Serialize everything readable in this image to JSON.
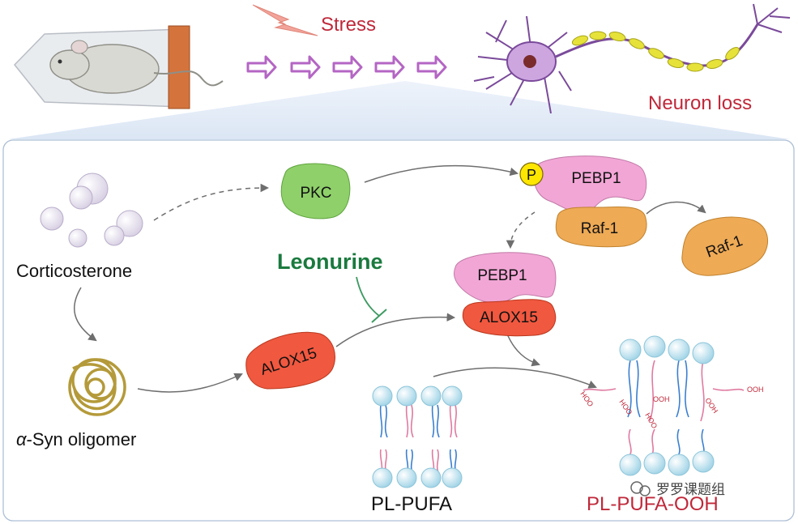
{
  "header": {
    "stress_label": "Stress",
    "neuron_loss_label": "Neuron loss"
  },
  "pathway": {
    "corticosterone": "Corticosterone",
    "asyn_prefix": "α",
    "asyn_rest": "-Syn oligomer",
    "pkc": "PKC",
    "phospho": "P",
    "pebp1_top": "PEBP1",
    "raf1_bound": "Raf-1",
    "raf1_free": "Raf-1",
    "leonurine": "Leonurine",
    "alox15_free": "ALOX15",
    "pebp1_complex": "PEBP1",
    "alox15_complex": "ALOX15",
    "pl_pufa": "PL-PUFA",
    "pl_pufa_ooh": "PL-PUFA-OOH",
    "ooh_labels": [
      "HOO",
      "HOO",
      "OOH",
      "HOO",
      "OOH",
      "OOH"
    ]
  },
  "watermark": {
    "text": "罗罗课题组"
  },
  "colors": {
    "stress_red": "#c0283a",
    "leonurine_green": "#1a7a3e",
    "arrow_purple": "#b466c4",
    "pkc_green": "#8fd06a",
    "pebp1_pink": "#f2a6d6",
    "raf1_orange": "#eeaa55",
    "alox15_red": "#f0583f",
    "phospho_yellow": "#ffe600",
    "lipid_head": "#bfe6f2",
    "tail_blue": "#3a7fd0",
    "tail_pink": "#e07aa0"
  }
}
